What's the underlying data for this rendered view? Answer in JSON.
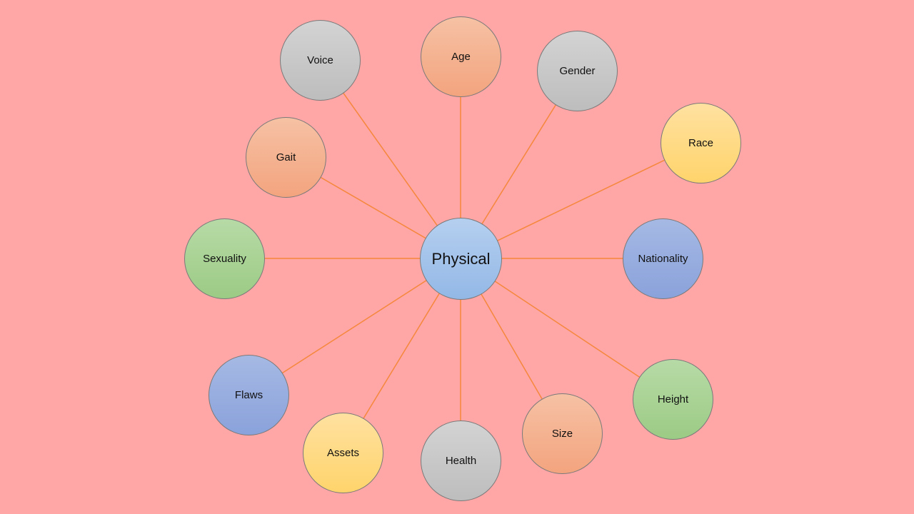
{
  "center": {
    "label": "Physical",
    "style": "g-blue"
  },
  "line_color": "#F5883C",
  "nodes": [
    {
      "label": "Age",
      "style": "g-orange"
    },
    {
      "label": "Voice",
      "style": "g-gray"
    },
    {
      "label": "Gender",
      "style": "g-gray"
    },
    {
      "label": "Race",
      "style": "g-yellow"
    },
    {
      "label": "Gait",
      "style": "g-orange"
    },
    {
      "label": "Sexuality",
      "style": "g-green"
    },
    {
      "label": "Nationality",
      "style": "g-indigo"
    },
    {
      "label": "Flaws",
      "style": "g-indigo"
    },
    {
      "label": "Height",
      "style": "g-green"
    },
    {
      "label": "Assets",
      "style": "g-yellow"
    },
    {
      "label": "Health",
      "style": "g-gray"
    },
    {
      "label": "Size",
      "style": "g-orange"
    }
  ]
}
